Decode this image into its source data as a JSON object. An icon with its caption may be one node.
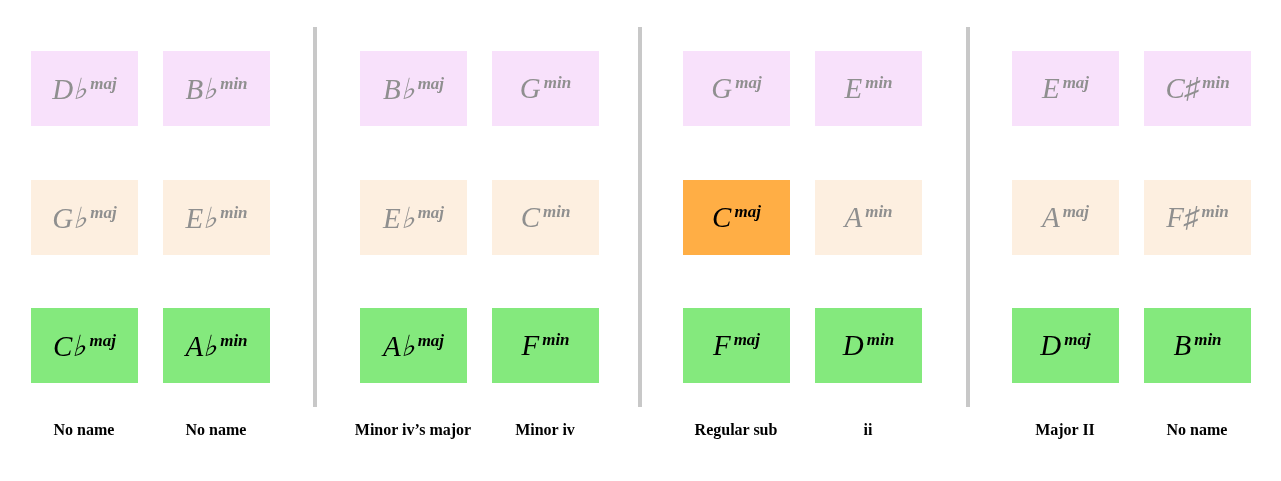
{
  "diagram": {
    "nodes": [
      {
        "text": [
          "D♭$^{maj}$"
        ]
      },
      {
        "text": [
          "B♭$^{min}$"
        ]
      },
      {
        "text": [
          "B♭$^{maj}$"
        ]
      },
      {
        "text": [
          "G$^{min}$"
        ]
      },
      {
        "text": [
          "G$^{maj}$"
        ]
      },
      {
        "text": [
          "E$^{min}$"
        ]
      },
      {
        "text": [
          "E$^{maj}$"
        ]
      },
      {
        "text": [
          "C♯$^{min}$"
        ]
      },
      {
        "text": [
          "G♭$^{maj}$"
        ]
      },
      {
        "text": [
          "E♭$^{min}$"
        ]
      },
      {
        "text": [
          "E♭$^{maj}$"
        ]
      },
      {
        "text": [
          "C$^{min}$"
        ]
      },
      {
        "text": [
          "C$^{maj}$"
        ]
      },
      {
        "text": [
          "A$^{min}$"
        ]
      },
      {
        "text": [
          "A$^{maj}$"
        ]
      },
      {
        "text": [
          "F♯$^{min}$"
        ]
      },
      {
        "text": [
          "C♭$^{maj}$"
        ]
      },
      {
        "text": [
          "A♭$^{min}$"
        ]
      },
      {
        "text": [
          "A♭$^{maj}$"
        ]
      },
      {
        "text": [
          "F$^{min}$"
        ]
      },
      {
        "text": [
          "F$^{maj}$"
        ]
      },
      {
        "text": [
          "D$^{min}$"
        ]
      },
      {
        "text": [
          "D$^{maj}$"
        ]
      },
      {
        "text": [
          "B$^{min}$"
        ]
      }
    ],
    "labels": [
      "No name",
      "No name",
      "Minor iv’s major",
      "Minor iv",
      "Regular sub",
      "ii",
      "Major II",
      "No name"
    ]
  }
}
